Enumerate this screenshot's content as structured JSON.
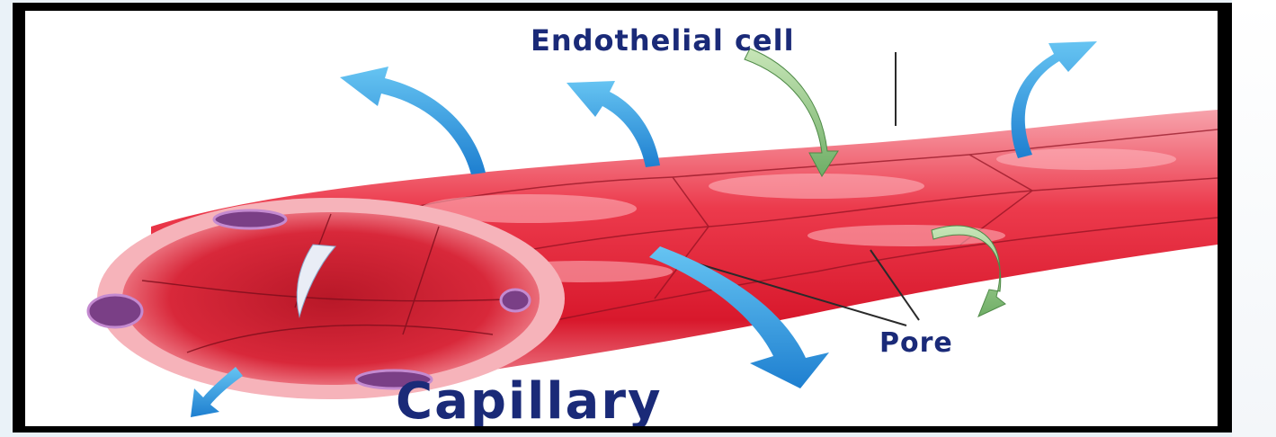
{
  "diagram": {
    "title": "Capillary",
    "labels": {
      "endothelial_cell": "Endothelial cell",
      "pore": "Pore"
    },
    "colors": {
      "vessel": "#e8293c",
      "vessel_light": "#f47a86",
      "nucleus": "#7a3f86",
      "arrow_blue": "#3fa6e6",
      "arrow_green": "#8fc08a",
      "label_text": "#1a2a78",
      "frame": "#000000"
    }
  }
}
